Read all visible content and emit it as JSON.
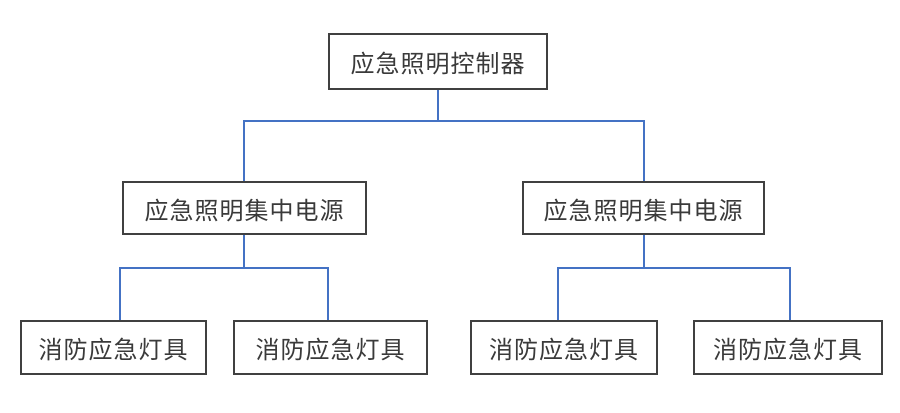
{
  "diagram": {
    "type": "tree",
    "nodes": {
      "controller": {
        "label": "应急照明控制器"
      },
      "power_supply_left": {
        "label": "应急照明集中电源"
      },
      "power_supply_right": {
        "label": "应急照明集中电源"
      },
      "lamp_1": {
        "label": "消防应急灯具"
      },
      "lamp_2": {
        "label": "消防应急灯具"
      },
      "lamp_3": {
        "label": "消防应急灯具"
      },
      "lamp_4": {
        "label": "消防应急灯具"
      }
    },
    "edges": [
      [
        "controller",
        "power_supply_left"
      ],
      [
        "controller",
        "power_supply_right"
      ],
      [
        "power_supply_left",
        "lamp_1"
      ],
      [
        "power_supply_left",
        "lamp_2"
      ],
      [
        "power_supply_right",
        "lamp_3"
      ],
      [
        "power_supply_right",
        "lamp_4"
      ]
    ]
  },
  "colors": {
    "connector": "#4472C4",
    "box_border": "#404040",
    "text": "#3a3a3a",
    "background": "#ffffff"
  }
}
